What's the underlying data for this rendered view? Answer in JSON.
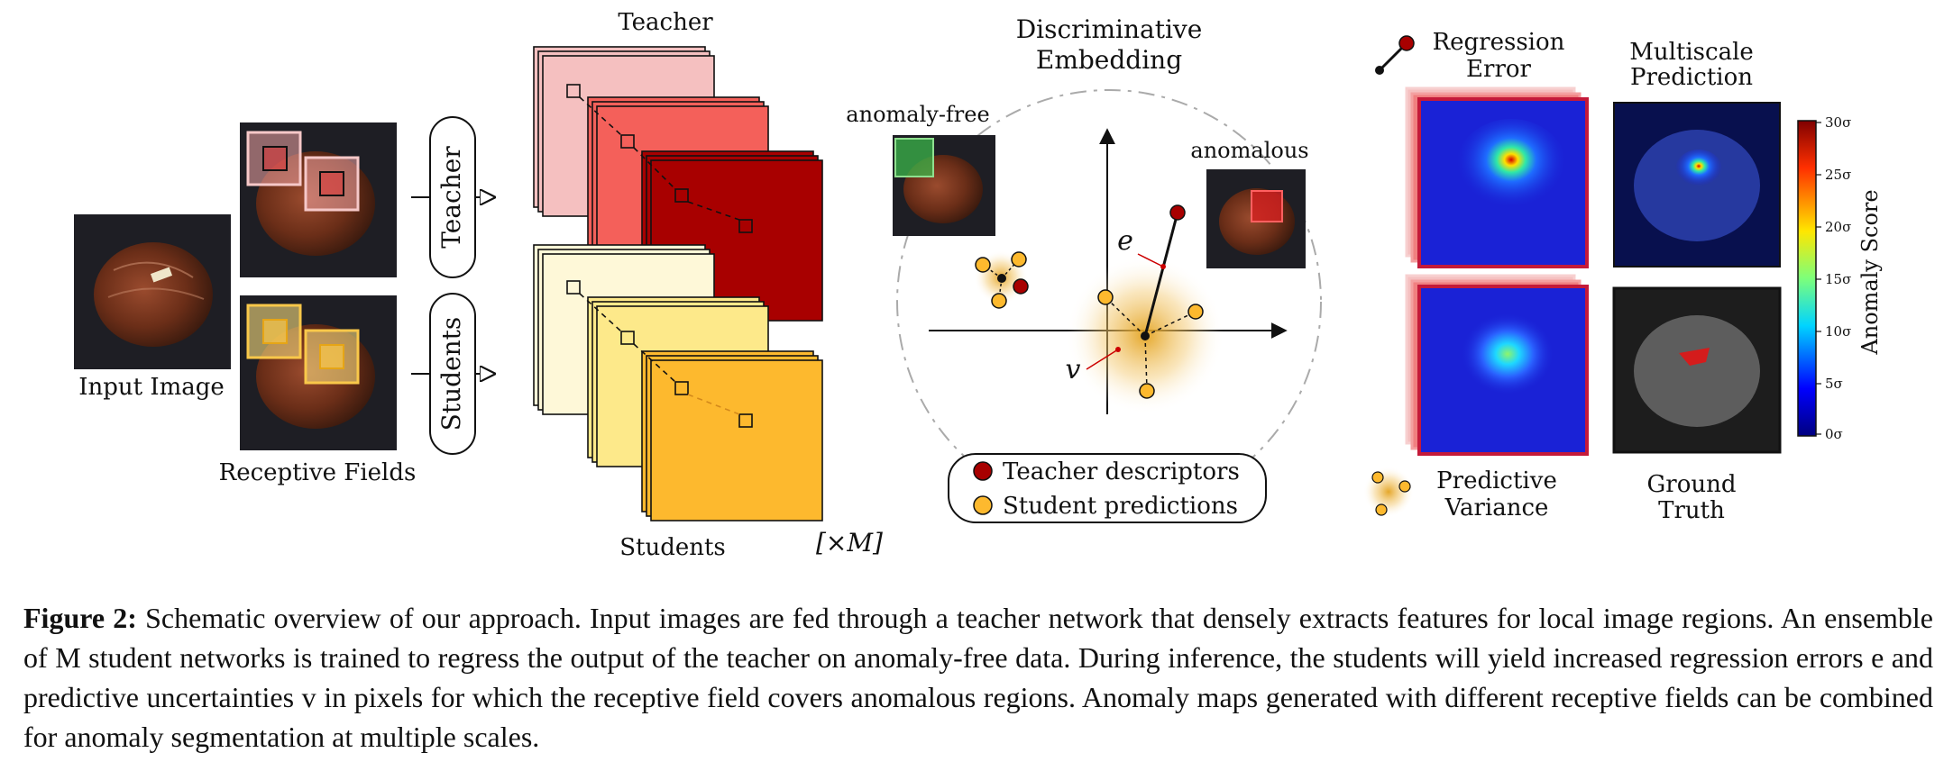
{
  "figure": {
    "input_image_label": "Input Image",
    "receptive_fields_label": "Receptive Fields",
    "teacher_box": "Teacher",
    "students_box": "Students",
    "teacher_stack_label": "Teacher",
    "students_stack_label": "Students",
    "ensemble_label": "[×M]",
    "embedding_title_line1": "Discriminative",
    "embedding_title_line2": "Embedding",
    "anomaly_free_label": "anomaly-free",
    "anomalous_label": "anomalous",
    "error_symbol": "e",
    "variance_symbol": "v",
    "legend_teacher": "Teacher descriptors",
    "legend_student": "Student predictions",
    "regression_error_line1": "Regression",
    "regression_error_line2": "Error",
    "multiscale_line1": "Multiscale",
    "multiscale_line2": "Prediction",
    "predictive_variance_line1": "Predictive",
    "predictive_variance_line2": "Variance",
    "ground_truth_line1": "Ground",
    "ground_truth_line2": "Truth",
    "colorbar_title": "Anomaly Score",
    "colorbar_ticks": [
      "30σ",
      "25σ",
      "20σ",
      "15σ",
      "10σ",
      "5σ",
      "0σ"
    ]
  },
  "caption": {
    "label": "Figure 2:",
    "text": "Schematic overview of our approach. Input images are fed through a teacher network that densely extracts features for local image regions. An ensemble of M student networks is trained to regress the output of the teacher on anomaly-free data. During inference, the students will yield increased regression errors e and predictive uncertainties v in pixels for which the receptive field covers anomalous regions. Anomaly maps generated with different receptive fields can be combined for anomaly segmentation at multiple scales."
  },
  "colors": {
    "teacher_dark": "#a80000",
    "teacher_mid": "#f4605a",
    "teacher_light": "#f5c0c0",
    "student_dark": "#fdb92e",
    "student_mid": "#fde98a",
    "student_light": "#fef8d8",
    "heatmap_blue": "#1a22d6"
  }
}
